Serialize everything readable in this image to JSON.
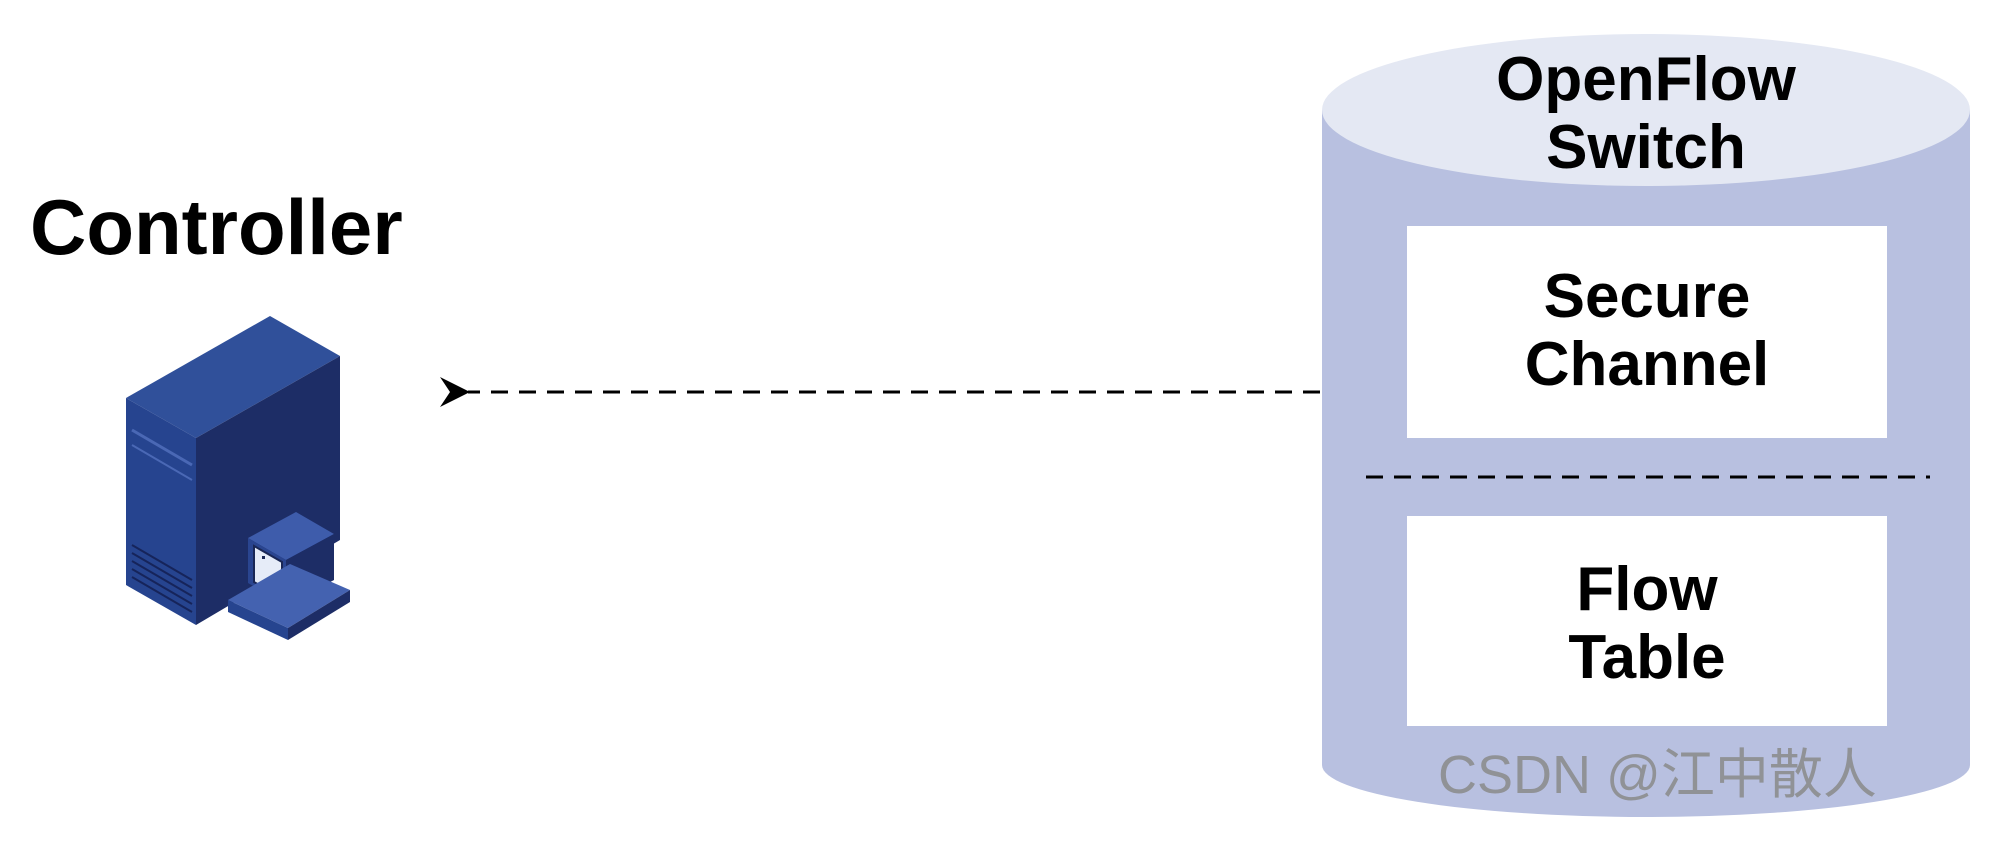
{
  "controller": {
    "label": "Controller"
  },
  "switch": {
    "title_line1": "OpenFlow",
    "title_line2": "Switch",
    "components": [
      {
        "line1": "Secure",
        "line2": "Channel"
      },
      {
        "line1": "Flow",
        "line2": "Table"
      }
    ]
  },
  "watermark": "CSDN @江中散人",
  "colors": {
    "cylinder_body": "#b8c0e0",
    "cylinder_top": "#e4e8f3",
    "server_dark": "#1d2d66",
    "server_mid": "#24408a",
    "line": "#000000"
  }
}
